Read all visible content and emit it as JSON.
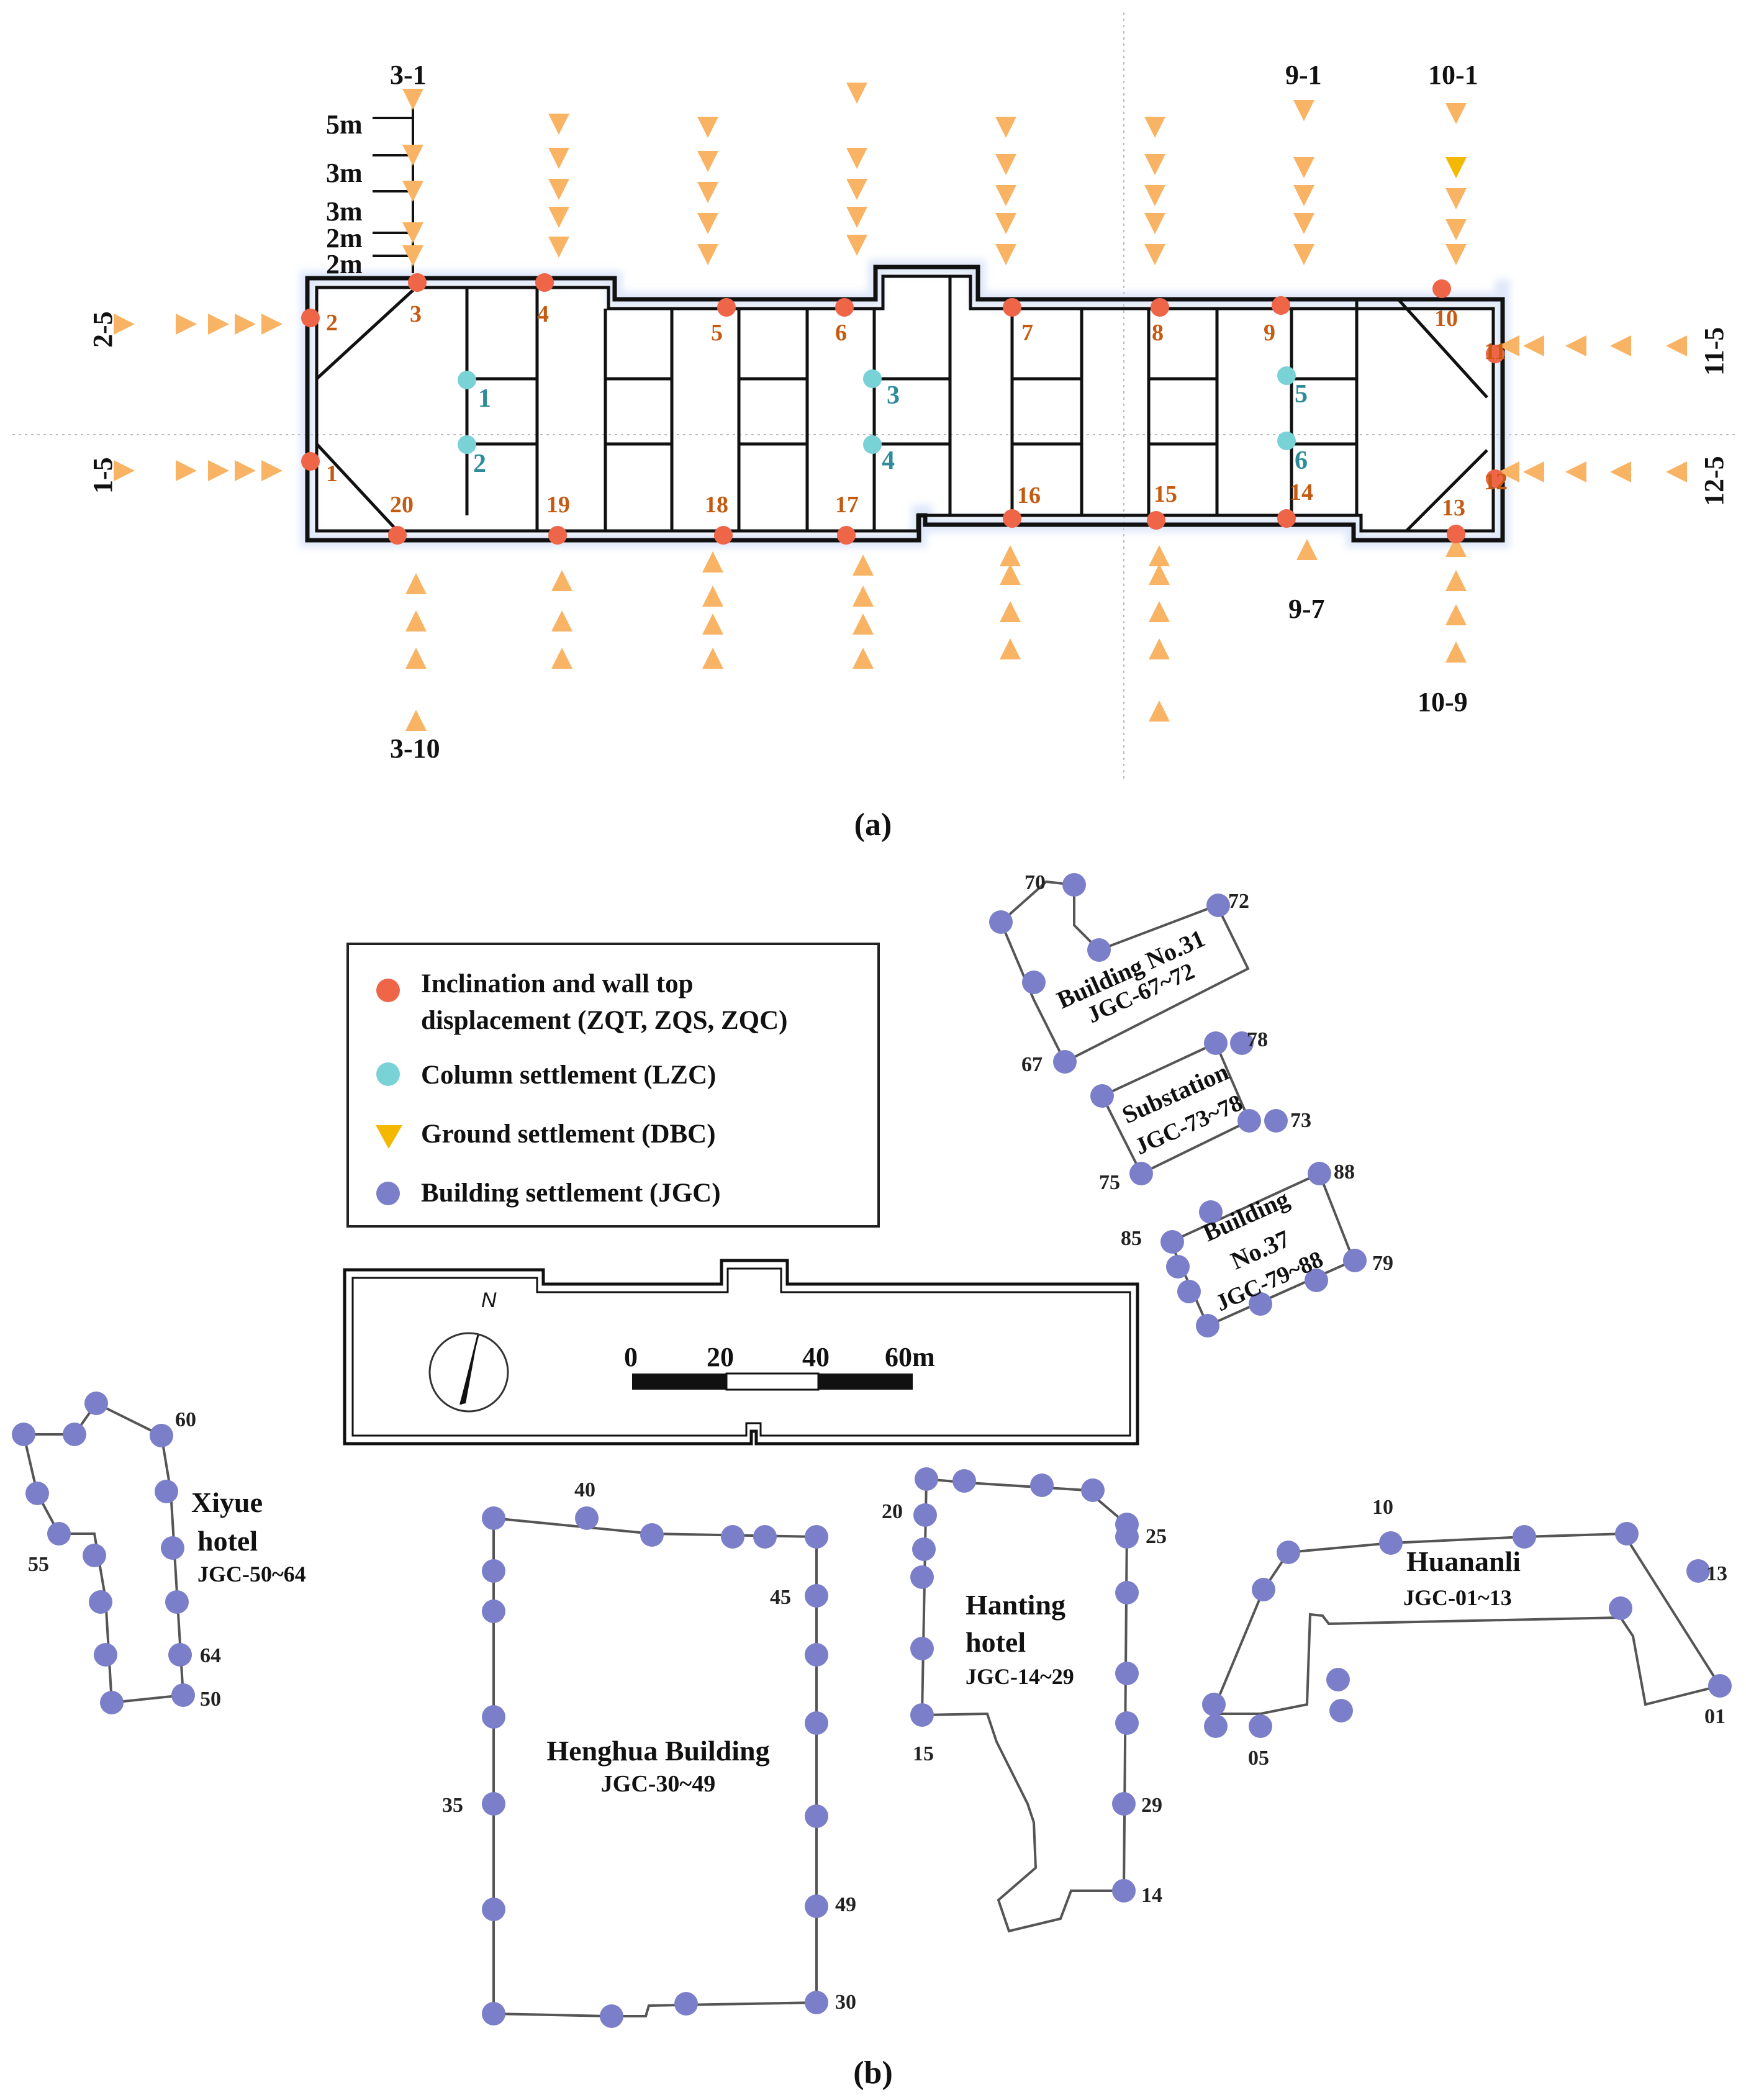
{
  "panel_a": {
    "caption": "(a)",
    "spacing_labels": [
      "5m",
      "3m",
      "3m",
      "2m",
      "2m"
    ],
    "line_labels": {
      "l3_1": "3-1",
      "l3_10": "3-10",
      "l9_1": "9-1",
      "l9_7": "9-7",
      "l10_1": "10-1",
      "l10_9": "10-9",
      "l2_5": "2-5",
      "l1_5": "1-5",
      "l11_5": "11-5",
      "l12_5": "12-5"
    },
    "wall_points": [
      "1",
      "2",
      "3",
      "4",
      "5",
      "6",
      "7",
      "8",
      "9",
      "10",
      "11",
      "12",
      "13",
      "14",
      "15",
      "16",
      "17",
      "18",
      "19",
      "20"
    ],
    "column_points": [
      "1",
      "2",
      "3",
      "4",
      "5",
      "6"
    ],
    "colors": {
      "inclination": "#ef6548",
      "column": "#79d2d6",
      "ground": "#f8b464",
      "ground_highlight": "#f5b800",
      "building": "#7b7fc9",
      "red_text": "#c55a11",
      "teal_text": "#2e8b99"
    }
  },
  "panel_b": {
    "caption": "(b)",
    "legend": [
      {
        "text": "Inclination and wall top",
        "text2": "displacement (ZQT, ZQS, ZQC)",
        "symbol": "red-dot-icon"
      },
      {
        "text": "Column settlement (LZC)",
        "symbol": "teal-dot-icon"
      },
      {
        "text": "Ground settlement (DBC)",
        "symbol": "yellow-triangle-icon"
      },
      {
        "text": "Building settlement (JGC)",
        "symbol": "purple-dot-icon"
      }
    ],
    "north": "N",
    "scale": {
      "ticks": [
        "0",
        "20",
        "40",
        "60m"
      ]
    },
    "buildings": {
      "b31": {
        "name": "Building No.31",
        "range": "JGC-67~72"
      },
      "sub": {
        "name": "Substation",
        "range": "JGC-73~78"
      },
      "b37": {
        "name1": "Building",
        "name2": "No.37",
        "range": "JGC-79~88"
      },
      "xiyue": {
        "name1": "Xiyue",
        "name2": "hotel",
        "range": "JGC-50~64"
      },
      "henghua": {
        "name": "Henghua Building",
        "range": "JGC-30~49"
      },
      "hanting": {
        "name1": "Hanting",
        "name2": "hotel",
        "range": "JGC-14~29"
      },
      "huananli": {
        "name": "Huananli",
        "range": "JGC-01~13"
      }
    },
    "point_numbers": {
      "n70": "70",
      "n72": "72",
      "n67": "67",
      "n78": "78",
      "n73": "73",
      "n75": "75",
      "n88": "88",
      "n85": "85",
      "n79": "79",
      "n60": "60",
      "n55": "55",
      "n64": "64",
      "n50": "50",
      "n40": "40",
      "n45": "45",
      "n35": "35",
      "n49": "49",
      "n30": "30",
      "n20": "20",
      "n25": "25",
      "n15": "15",
      "n29": "29",
      "n14": "14",
      "n10": "10",
      "n13": "13",
      "n05": "05",
      "n01": "01"
    }
  }
}
